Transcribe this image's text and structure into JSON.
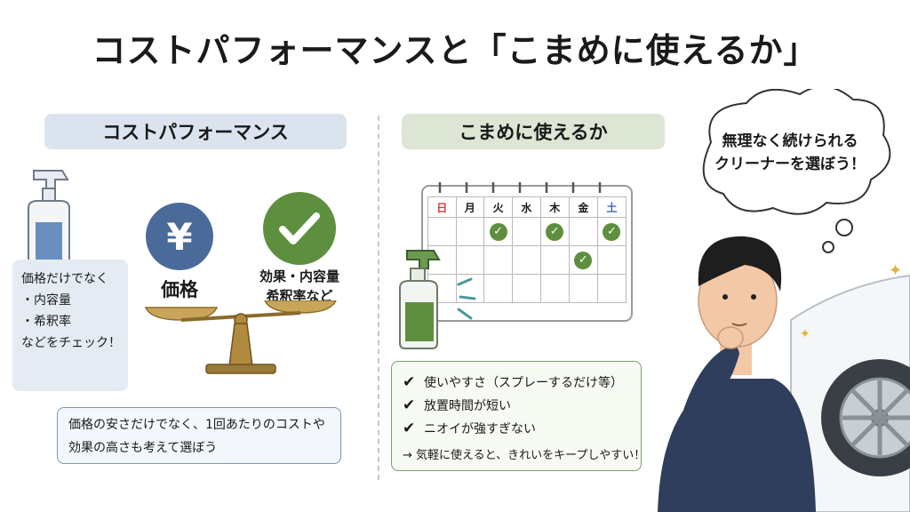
{
  "title": "コストパフォーマンスと「こまめに使えるか」",
  "left": {
    "heading": "コストパフォーマンス",
    "note_lines": [
      "価格だけでなく",
      "・内容量",
      "・希釈率",
      "などをチェック！"
    ],
    "yen_symbol": "¥",
    "price_label": "価格",
    "effect_label_1": "効果・内容量",
    "effect_label_2": "希釈率など",
    "summary_1": "価格の安さだけでなく、1回あたりのコストや",
    "summary_2": "効果の高さも考えて選ぼう"
  },
  "right": {
    "heading": "こまめに使えるか",
    "calendar_days": [
      "日",
      "月",
      "火",
      "水",
      "木",
      "金",
      "土"
    ],
    "calendar_checks": [
      [
        1,
        2
      ],
      [
        1,
        4
      ],
      [
        1,
        6
      ],
      [
        2,
        5
      ]
    ],
    "list": [
      "使いやすさ（スプレーするだけ等）",
      "放置時間が短い",
      "ニオイが強すぎない"
    ],
    "footer": "→ 気軽に使えると、きれいをキープしやすい！",
    "bubble_1": "無理なく続けられる",
    "bubble_2": "クリーナーを選ぼう！"
  },
  "colors": {
    "blue_coin": "#4a6a9a",
    "green_coin": "#5e8f3e",
    "sunday": "#d23c3c",
    "saturday": "#3c64c8"
  }
}
